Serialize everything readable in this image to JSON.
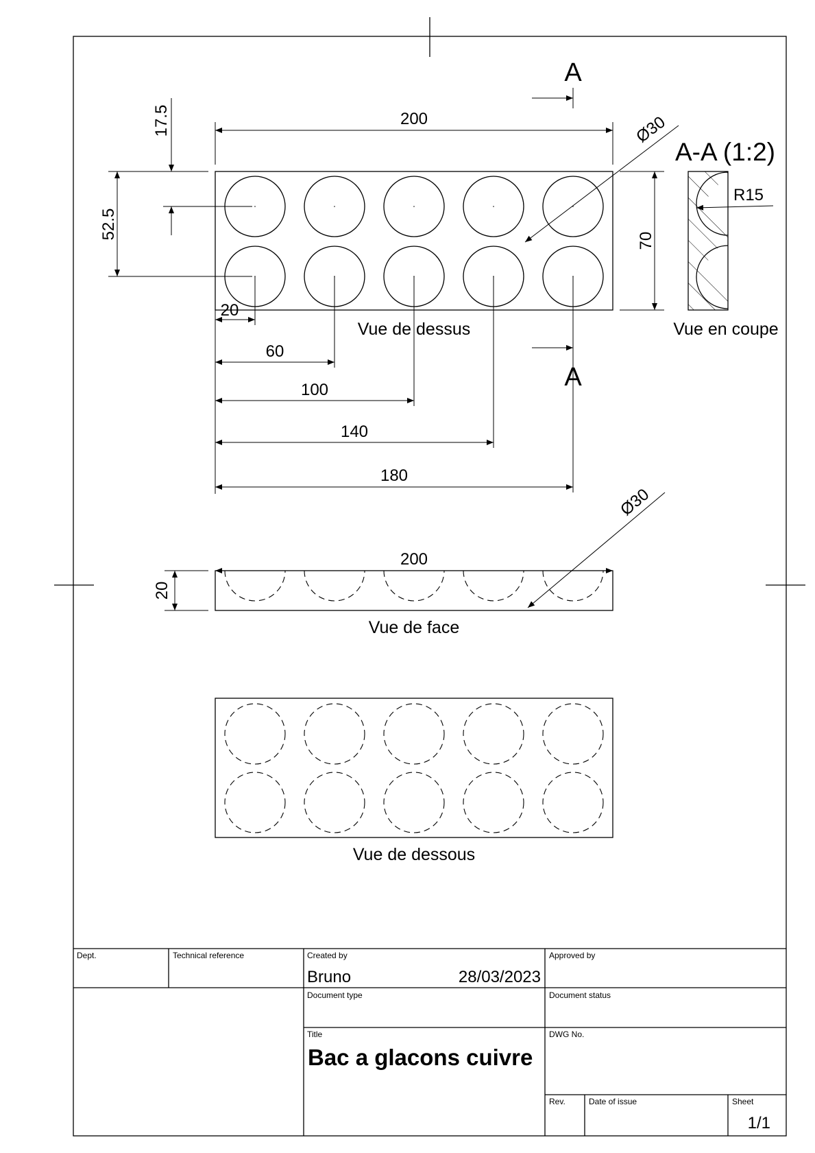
{
  "views": {
    "top": "Vue de dessus",
    "front": "Vue de face",
    "bottom": "Vue de dessous",
    "section": "Vue en coupe"
  },
  "section": {
    "marker": "A",
    "title": "A-A (1:2)"
  },
  "dimensions": {
    "length": "200",
    "diameter": "Ø30",
    "height_total": "70",
    "top_offset": "17.5",
    "row_spacing": "52.5",
    "radius": "R15",
    "x_positions": [
      "20",
      "60",
      "100",
      "140",
      "180"
    ],
    "thickness": "20"
  },
  "title_block": {
    "dept_label": "Dept.",
    "tech_ref_label": "Technical reference",
    "created_by_label": "Created by",
    "created_by": "Bruno",
    "created_date": "28/03/2023",
    "approved_by_label": "Approved by",
    "doc_type_label": "Document type",
    "doc_status_label": "Document status",
    "title_label": "Title",
    "title": "Bac a glacons cuivre",
    "dwg_label": "DWG No.",
    "rev_label": "Rev.",
    "date_issue_label": "Date of issue",
    "sheet_label": "Sheet",
    "sheet": "1/1"
  }
}
